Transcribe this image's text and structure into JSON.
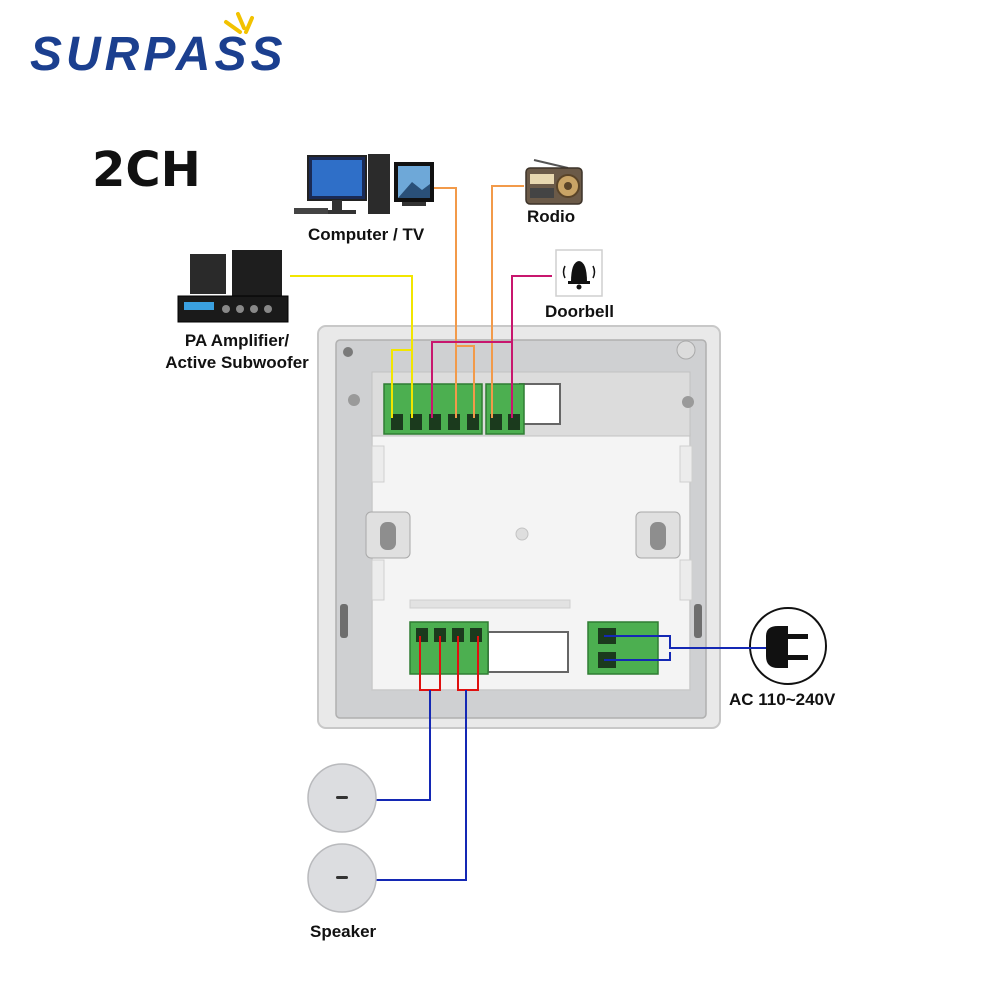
{
  "brand": {
    "name": "SURPASS",
    "color": "#1b3f8f",
    "accent": "#f2c200"
  },
  "channel_label": "2CH",
  "sources": {
    "computer_tv": "Computer / TV",
    "radio": "Rodio",
    "doorbell": "Doorbell",
    "amplifier_line1": "PA Amplifier/",
    "amplifier_line2": "Active Subwoofer"
  },
  "outputs": {
    "speaker": "Speaker",
    "power": "AC 110~240V"
  },
  "wire_colors": {
    "yellow": "#f2e600",
    "orange": "#f29a4a",
    "magenta": "#c8166e",
    "red": "#e01010",
    "blue": "#1428b4"
  },
  "icons": [
    "computer-monitor-icon",
    "radio-icon",
    "doorbell-icon",
    "amplifier-icon",
    "speaker-icon",
    "power-plug-icon"
  ]
}
